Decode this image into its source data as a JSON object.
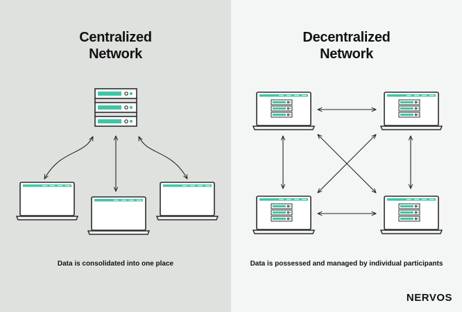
{
  "left": {
    "title_line1": "Centralized",
    "title_line2": "Network",
    "caption": "Data is consolidated into one place"
  },
  "right": {
    "title_line1": "Decentralized",
    "title_line2": "Network",
    "caption": "Data is possessed and managed by individual participants"
  },
  "brand": {
    "name": "NERVOS"
  },
  "colors": {
    "accent": "#3fc6a6",
    "dark": "#2b2b2b",
    "left_bg": "#dfe1df",
    "right_bg": "#f4f6f5",
    "arrow": "#222222"
  },
  "icons": {
    "server": "server-rack-icon",
    "laptop": "laptop-icon"
  }
}
